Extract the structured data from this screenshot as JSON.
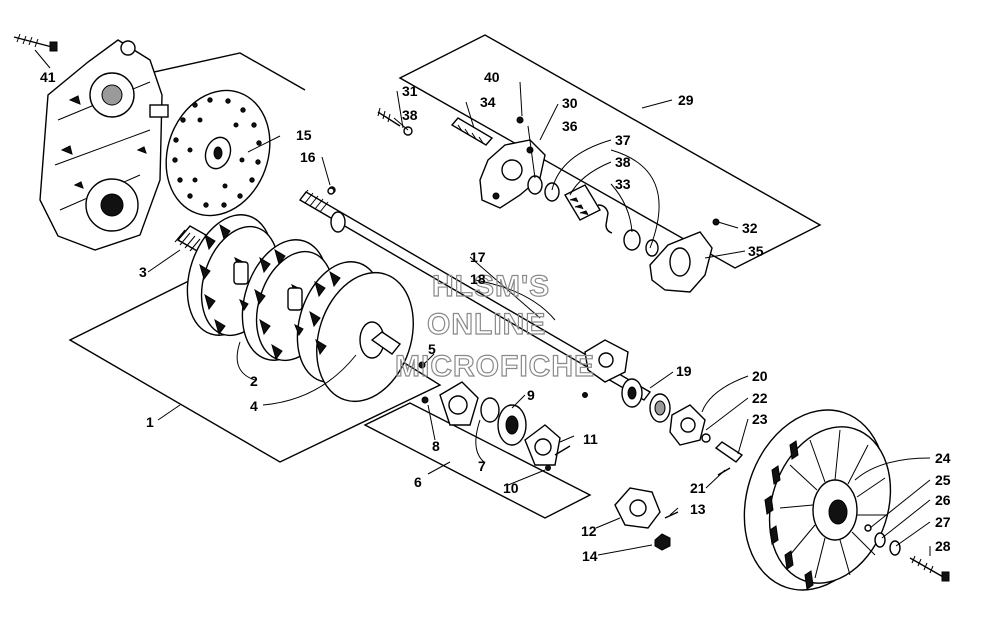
{
  "watermark": {
    "line1": "HLSM'S",
    "line2": "ONLINE",
    "line3": "MICROFICHE"
  },
  "callouts": [
    {
      "id": "c1",
      "label": "1"
    },
    {
      "id": "c2",
      "label": "2"
    },
    {
      "id": "c3",
      "label": "3"
    },
    {
      "id": "c4",
      "label": "4"
    },
    {
      "id": "c5",
      "label": "5"
    },
    {
      "id": "c6",
      "label": "6"
    },
    {
      "id": "c7",
      "label": "7"
    },
    {
      "id": "c8",
      "label": "8"
    },
    {
      "id": "c9",
      "label": "9"
    },
    {
      "id": "c10",
      "label": "10"
    },
    {
      "id": "c11",
      "label": "11"
    },
    {
      "id": "c12",
      "label": "12"
    },
    {
      "id": "c13",
      "label": "13"
    },
    {
      "id": "c14",
      "label": "14"
    },
    {
      "id": "c15",
      "label": "15"
    },
    {
      "id": "c16",
      "label": "16"
    },
    {
      "id": "c17",
      "label": "17"
    },
    {
      "id": "c18",
      "label": "18"
    },
    {
      "id": "c19",
      "label": "19"
    },
    {
      "id": "c20",
      "label": "20"
    },
    {
      "id": "c21",
      "label": "21"
    },
    {
      "id": "c22",
      "label": "22"
    },
    {
      "id": "c23",
      "label": "23"
    },
    {
      "id": "c24",
      "label": "24"
    },
    {
      "id": "c25",
      "label": "25"
    },
    {
      "id": "c26",
      "label": "26"
    },
    {
      "id": "c27",
      "label": "27"
    },
    {
      "id": "c28",
      "label": "28"
    },
    {
      "id": "c29",
      "label": "29"
    },
    {
      "id": "c30",
      "label": "30"
    },
    {
      "id": "c31",
      "label": "31"
    },
    {
      "id": "c32",
      "label": "32"
    },
    {
      "id": "c33",
      "label": "33"
    },
    {
      "id": "c34",
      "label": "34"
    },
    {
      "id": "c35",
      "label": "35"
    },
    {
      "id": "c36",
      "label": "36"
    },
    {
      "id": "c37",
      "label": "37"
    },
    {
      "id": "c38a",
      "label": "38"
    },
    {
      "id": "c38b",
      "label": "38"
    },
    {
      "id": "c40",
      "label": "40"
    },
    {
      "id": "c41",
      "label": "41"
    }
  ]
}
